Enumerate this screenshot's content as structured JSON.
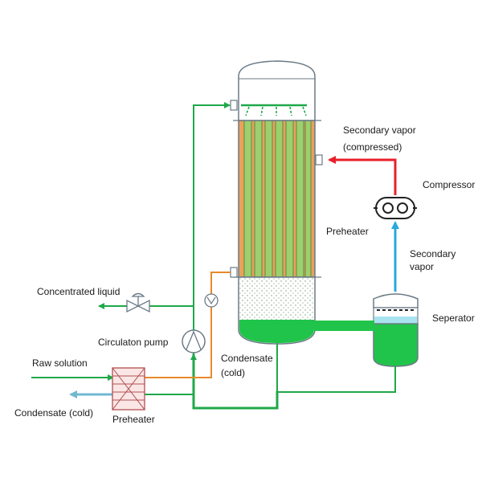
{
  "labels": {
    "secondary_vapor_compressed_line1": "Secondary vapor",
    "secondary_vapor_compressed_line2": "(compressed)",
    "compressor": "Compressor",
    "preheater_top": "Preheater",
    "secondary_vapor_line1": "Secondary",
    "secondary_vapor_line2": "vapor",
    "concentrated_liquid": "Concentrated liquid",
    "separator": "Seperator",
    "circulation_pump": "Circulaton pump",
    "condensate_line1": "Condensate",
    "condensate_line2": "(cold)",
    "raw_solution": "Raw solution",
    "condensate_cold": "Condensate (cold)",
    "preheater_bottom": "Preheater"
  },
  "colors": {
    "liquid_line": "#1fa84a",
    "vapor_compressed": "#e8202a",
    "vapor_secondary": "#29a8e0",
    "condensate_line": "#e8892a",
    "condensate_cold_arrow": "#6fb8d0",
    "tube_green": "#9ccf6e",
    "shell_orange": "#e8a25a",
    "liquid_fill": "#21c44a",
    "separator_top_liquid": "#a8e4f0",
    "outline": "#6b7a86"
  }
}
